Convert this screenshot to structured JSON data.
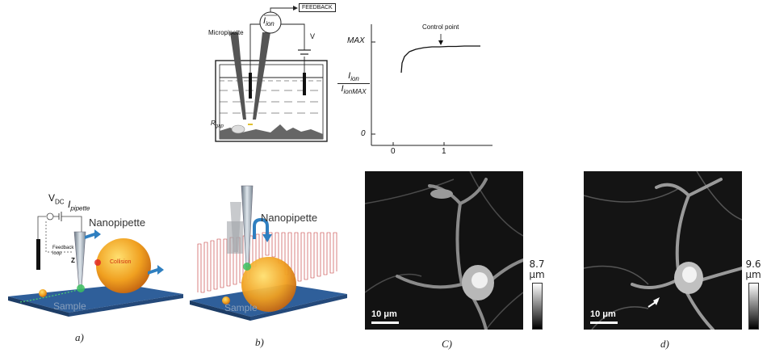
{
  "top_schematic": {
    "feedback_box": "FEEDBACK",
    "micropipette_label": "Micropipette",
    "current_symbol_main": "I",
    "current_symbol_sub": "ion",
    "voltage_label": "V",
    "resistance_main": "R",
    "resistance_sub": "gap"
  },
  "approach_curve": {
    "y_max_label": "MAX",
    "y_zero_label": "0",
    "y_axis_numerator_main": "I",
    "y_axis_numerator_sub": "ion",
    "y_axis_denominator_main": "I",
    "y_axis_denominator_sub": "ionMAX",
    "control_point_label": "Control point",
    "x_ticks": [
      "0",
      "1"
    ]
  },
  "panel_a": {
    "vdc_main": "V",
    "vdc_sub": "DC",
    "ipipette_main": "I",
    "ipipette_sub": "pipette",
    "nanopipette_label": "Nanopipette",
    "feedback_loop_label_1": "Feedback",
    "feedback_loop_label_2": "loop",
    "z_label": "Z",
    "collision_label": "Collision",
    "sample_label": "Sample",
    "panel_letter": "a)"
  },
  "panel_b": {
    "nanopipette_label": "Nanopipette",
    "sample_label": "Sample",
    "panel_letter": "b)"
  },
  "panel_c": {
    "scale_bar_label": "10 μm",
    "colorbar_value": "8.7",
    "colorbar_unit": "μm",
    "panel_letter": "C)"
  },
  "panel_d": {
    "scale_bar_label": "10 μm",
    "colorbar_value": "9.6",
    "colorbar_unit": "μm",
    "panel_letter": "d)"
  },
  "colors": {
    "sample_surface": "#2f5f9a",
    "sphere": "#f0a020",
    "pipette": "#9aa6b0",
    "arrow": "#2f7fc0",
    "trace": "#c03030"
  }
}
